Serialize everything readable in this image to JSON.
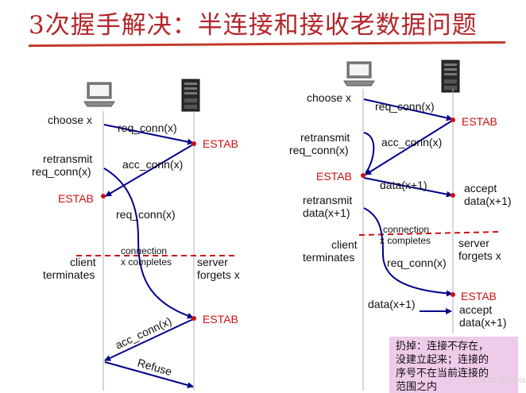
{
  "title": "3次握手解决：半连接和接收老数据问题",
  "left": {
    "choose": "choose x",
    "req1": "req_conn(x)",
    "estab_server1": "ESTAB",
    "retransmit1": "retransmit",
    "retransmit2": "req_conn(x)",
    "acc": "acc_conn(x)",
    "estab_client": "ESTAB",
    "req2": "req_conn(x)",
    "connection": "connection",
    "completes": "x completes",
    "client1": "client",
    "client2": "terminates",
    "server1": "server",
    "server2": "forgets x",
    "estab_server2": "ESTAB",
    "acc2": "acc_conn(x)",
    "refuse": "Refuse"
  },
  "right": {
    "choose": "choose x",
    "req1": "req_conn(x)",
    "estab_server1": "ESTAB",
    "retransmit1": "retransmit",
    "retransmit2": "req_conn(x)",
    "acc": "acc_conn(x)",
    "estab_client": "ESTAB",
    "data1": "data(x+1)",
    "accept1": "accept",
    "accept2": "data(x+1)",
    "retransmit_d1": "retransmit",
    "retransmit_d2": "data(x+1)",
    "connection": "connection",
    "completes": "x completes",
    "client1": "client",
    "client2": "terminates",
    "server1": "server",
    "server2": "forgets x",
    "req2": "req_conn(x)",
    "estab_server2": "ESTAB",
    "data2": "data(x+1)",
    "accept3": "accept",
    "accept4": "data(x+1)"
  },
  "note": {
    "line1": "扔掉：连接不存在，",
    "line2": "没建立起来；连接的",
    "line3": "序号不在当前连接的",
    "line4": "范围之内"
  },
  "watermark": "CSDN @gaolaola",
  "colors": {
    "arrow": "#00008b",
    "estab": "#cc1111",
    "divider": "#cc1111",
    "note_bg": "#efcbea"
  },
  "icons": [
    "laptop-icon",
    "server-icon"
  ]
}
